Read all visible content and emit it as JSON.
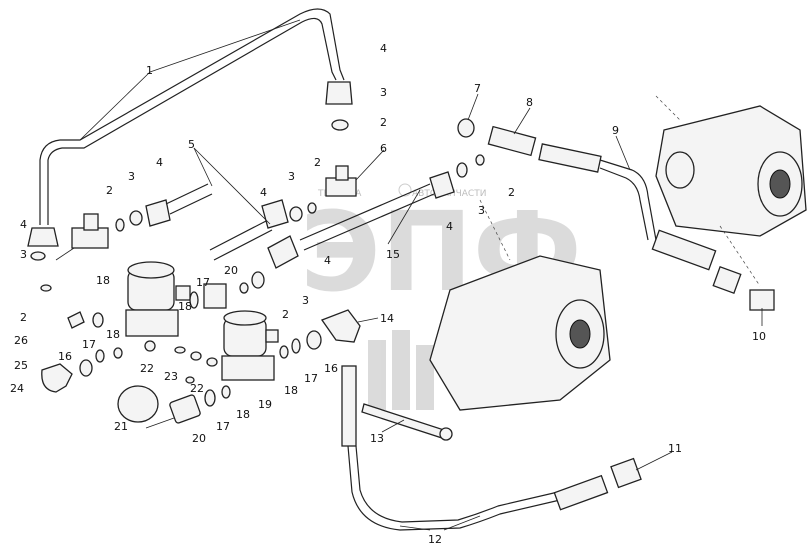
{
  "watermark": {
    "main": "ЭПФ",
    "sub": "АВТОЗАПЧАСТИ",
    "prefix": "ТЕХНИКА"
  },
  "callouts": [
    {
      "id": "c1",
      "text": "1"
    },
    {
      "id": "c2a",
      "text": "2"
    },
    {
      "id": "c2b",
      "text": "2"
    },
    {
      "id": "c2c",
      "text": "2"
    },
    {
      "id": "c2d",
      "text": "2"
    },
    {
      "id": "c2e",
      "text": "2"
    },
    {
      "id": "c2f",
      "text": "2"
    },
    {
      "id": "c3a",
      "text": "3"
    },
    {
      "id": "c3b",
      "text": "3"
    },
    {
      "id": "c3c",
      "text": "3"
    },
    {
      "id": "c3d",
      "text": "3"
    },
    {
      "id": "c3e",
      "text": "3"
    },
    {
      "id": "c3f",
      "text": "3"
    },
    {
      "id": "c4a",
      "text": "4"
    },
    {
      "id": "c4b",
      "text": "4"
    },
    {
      "id": "c4c",
      "text": "4"
    },
    {
      "id": "c4d",
      "text": "4"
    },
    {
      "id": "c4e",
      "text": "4"
    },
    {
      "id": "c4f",
      "text": "4"
    },
    {
      "id": "c5",
      "text": "5"
    },
    {
      "id": "c6",
      "text": "6"
    },
    {
      "id": "c7",
      "text": "7"
    },
    {
      "id": "c8",
      "text": "8"
    },
    {
      "id": "c9",
      "text": "9"
    },
    {
      "id": "c10",
      "text": "10"
    },
    {
      "id": "c11",
      "text": "11"
    },
    {
      "id": "c12",
      "text": "12"
    },
    {
      "id": "c13",
      "text": "13"
    },
    {
      "id": "c14",
      "text": "14"
    },
    {
      "id": "c15",
      "text": "15"
    },
    {
      "id": "c16a",
      "text": "16"
    },
    {
      "id": "c16b",
      "text": "16"
    },
    {
      "id": "c17a",
      "text": "17"
    },
    {
      "id": "c17b",
      "text": "17"
    },
    {
      "id": "c17c",
      "text": "17"
    },
    {
      "id": "c17d",
      "text": "17"
    },
    {
      "id": "c18a",
      "text": "18"
    },
    {
      "id": "c18b",
      "text": "18"
    },
    {
      "id": "c18c",
      "text": "18"
    },
    {
      "id": "c18d",
      "text": "18"
    },
    {
      "id": "c18e",
      "text": "18"
    },
    {
      "id": "c19",
      "text": "19"
    },
    {
      "id": "c20a",
      "text": "20"
    },
    {
      "id": "c20b",
      "text": "20"
    },
    {
      "id": "c21",
      "text": "21"
    },
    {
      "id": "c22a",
      "text": "22"
    },
    {
      "id": "c22b",
      "text": "22"
    },
    {
      "id": "c23",
      "text": "23"
    },
    {
      "id": "c24",
      "text": "24"
    },
    {
      "id": "c25",
      "text": "25"
    },
    {
      "id": "c26",
      "text": "26"
    }
  ]
}
